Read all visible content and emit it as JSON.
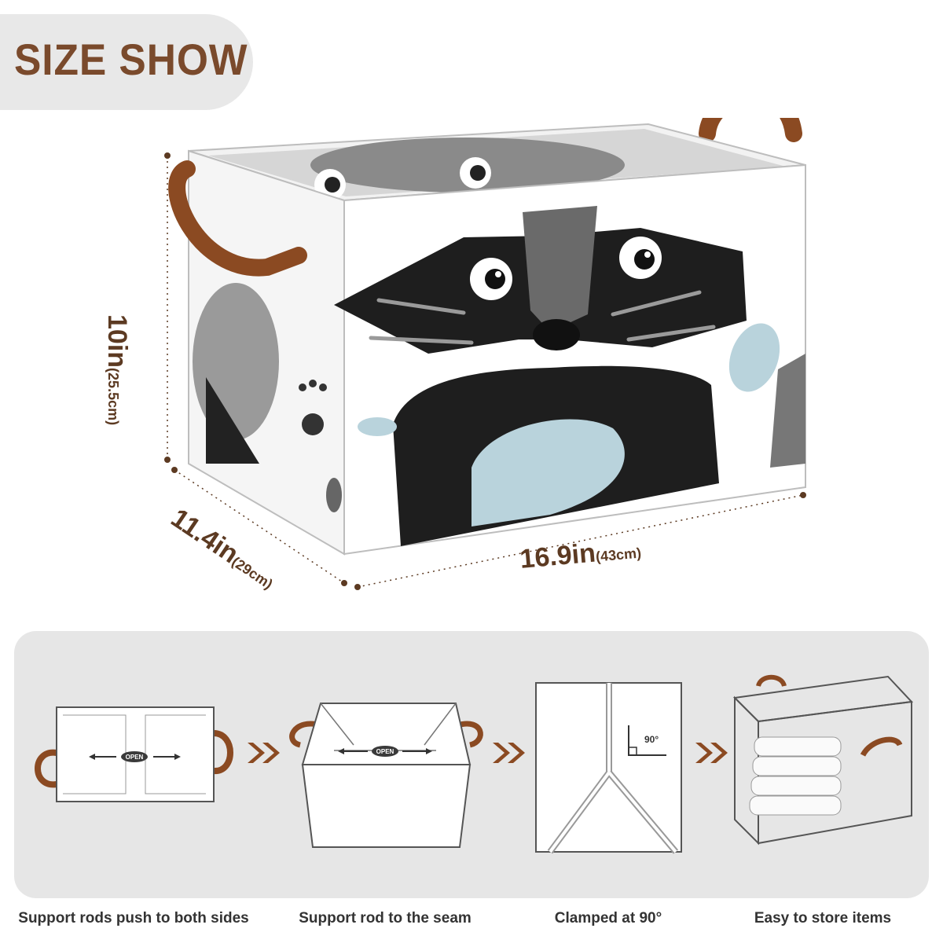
{
  "header": {
    "title": "SIZE SHOW"
  },
  "dimensions": {
    "height": {
      "main": "10in",
      "metric": "(25.5cm)"
    },
    "depth": {
      "main": "11.4in",
      "metric": "(29cm)"
    },
    "width": {
      "main": "16.9in",
      "metric": "(43cm)"
    }
  },
  "steps": [
    {
      "label": "Support rods push to both sides",
      "badge": "OPEN"
    },
    {
      "label": "Support rod to the seam",
      "badge": "OPEN"
    },
    {
      "label": "Clamped at 90°",
      "angle": "90°"
    },
    {
      "label": "Easy to store items"
    }
  ],
  "colors": {
    "accent": "#7a4a2c",
    "handle": "#8b4a22",
    "panel": "#e6e6e6"
  }
}
